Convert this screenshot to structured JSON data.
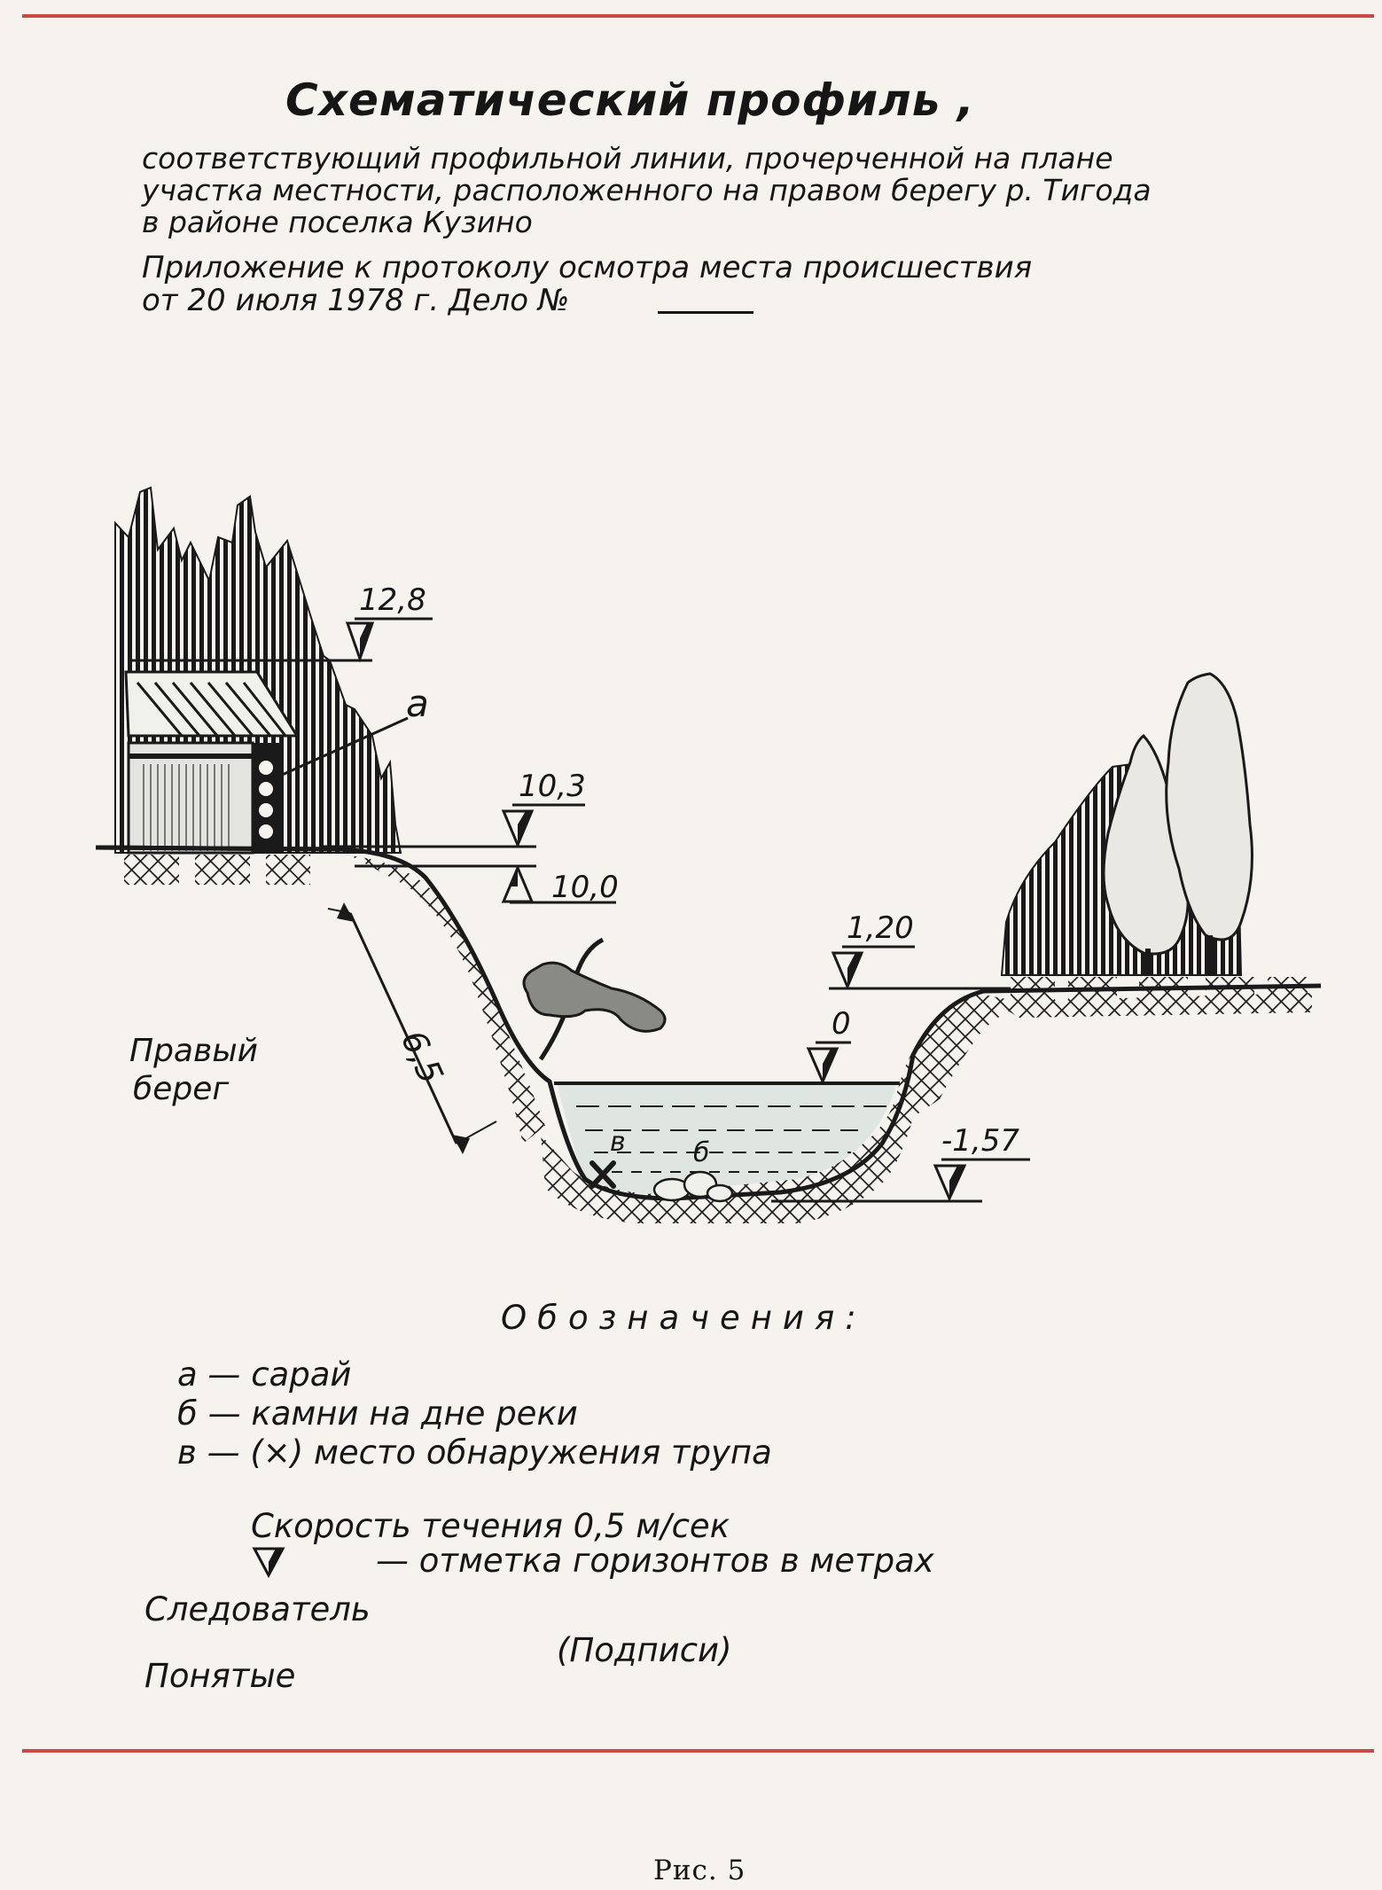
{
  "header": {
    "title": "Схематический профиль ,",
    "subtitle_lines": [
      "соответствующий профильной линии, прочерченной на плане",
      "участка местности, расположенного на правом берегу р. Тигода",
      "в районе поселка Кузино"
    ],
    "appendix_lines": [
      "Приложение к протоколу осмотра места происшествия",
      "от 20 июля 1978 г.  Дело №"
    ]
  },
  "profile": {
    "elevation_marks": [
      "12,8",
      "10,3",
      "10,0",
      "1,20",
      "0",
      "-1,57"
    ],
    "slope_length": "6,5",
    "bank_label_lines": [
      "Правый",
      "берег"
    ],
    "point_labels": {
      "a": "а",
      "b": "б",
      "v": "в"
    }
  },
  "legend": {
    "title": "Обозначения:",
    "items": [
      "а — сарай",
      "б — камни на дне реки",
      "в — (×) место обнаружения трупа"
    ],
    "speed": "Скорость течения 0,5 м/сек",
    "mark_note": "— отметка горизонтов в метрах"
  },
  "signatures": {
    "investigator": "Следователь",
    "witnesses": "Понятые",
    "signatures_note": "(Подписи)"
  },
  "figure_caption": "Рис. 5",
  "colors": {
    "background": "#f6f3ee",
    "rule": "#c84a46",
    "ink": "#161616",
    "water": "#dfe6e2",
    "hatch": "#202020"
  }
}
